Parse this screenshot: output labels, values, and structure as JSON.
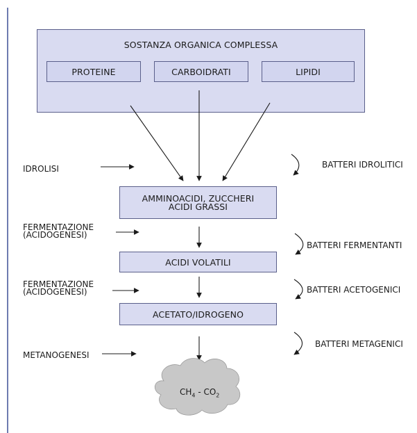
{
  "top_caption": "",
  "outer_box": {
    "title": "SOSTANZA ORGANICA COMPLESSA",
    "items": [
      "PROTEINE",
      "CARBOIDRATI",
      "LIPIDI"
    ]
  },
  "stage_boxes": {
    "step1_line1": "AMMINOACIDI, ZUCCHERI",
    "step1_line2": "ACIDI GRASSI",
    "step2": "ACIDI VOLATILI",
    "step3": "ACETATO/IDROGENO"
  },
  "process_labels": {
    "idrolisi": "IDROLISI",
    "ferm1_line1": "FERMENTAZIONE",
    "ferm1_line2": "(ACIDOGENESI)",
    "ferm2_line1": "FERMENTAZIONE",
    "ferm2_line2": "(ACIDOGENESI)",
    "metanogenesi": "METANOGENESI"
  },
  "bacteria_labels": {
    "idrolitici": "BATTERI IDROLITICI",
    "fermentanti": "BATTERI FERMENTANTI",
    "acetogenici": "BATTERI ACETOGENICI",
    "metagenici": "BATTERI METAGENICI"
  },
  "product": {
    "ch": "CH",
    "ch_sub": "4",
    "sep": " - ",
    "co": "CO",
    "co_sub": "2"
  },
  "colors": {
    "box_fill": "#d9dbf1",
    "box_border": "#5a5f8a",
    "cloud_fill": "#c8c8c8",
    "frame_line": "#6d7bb0"
  }
}
